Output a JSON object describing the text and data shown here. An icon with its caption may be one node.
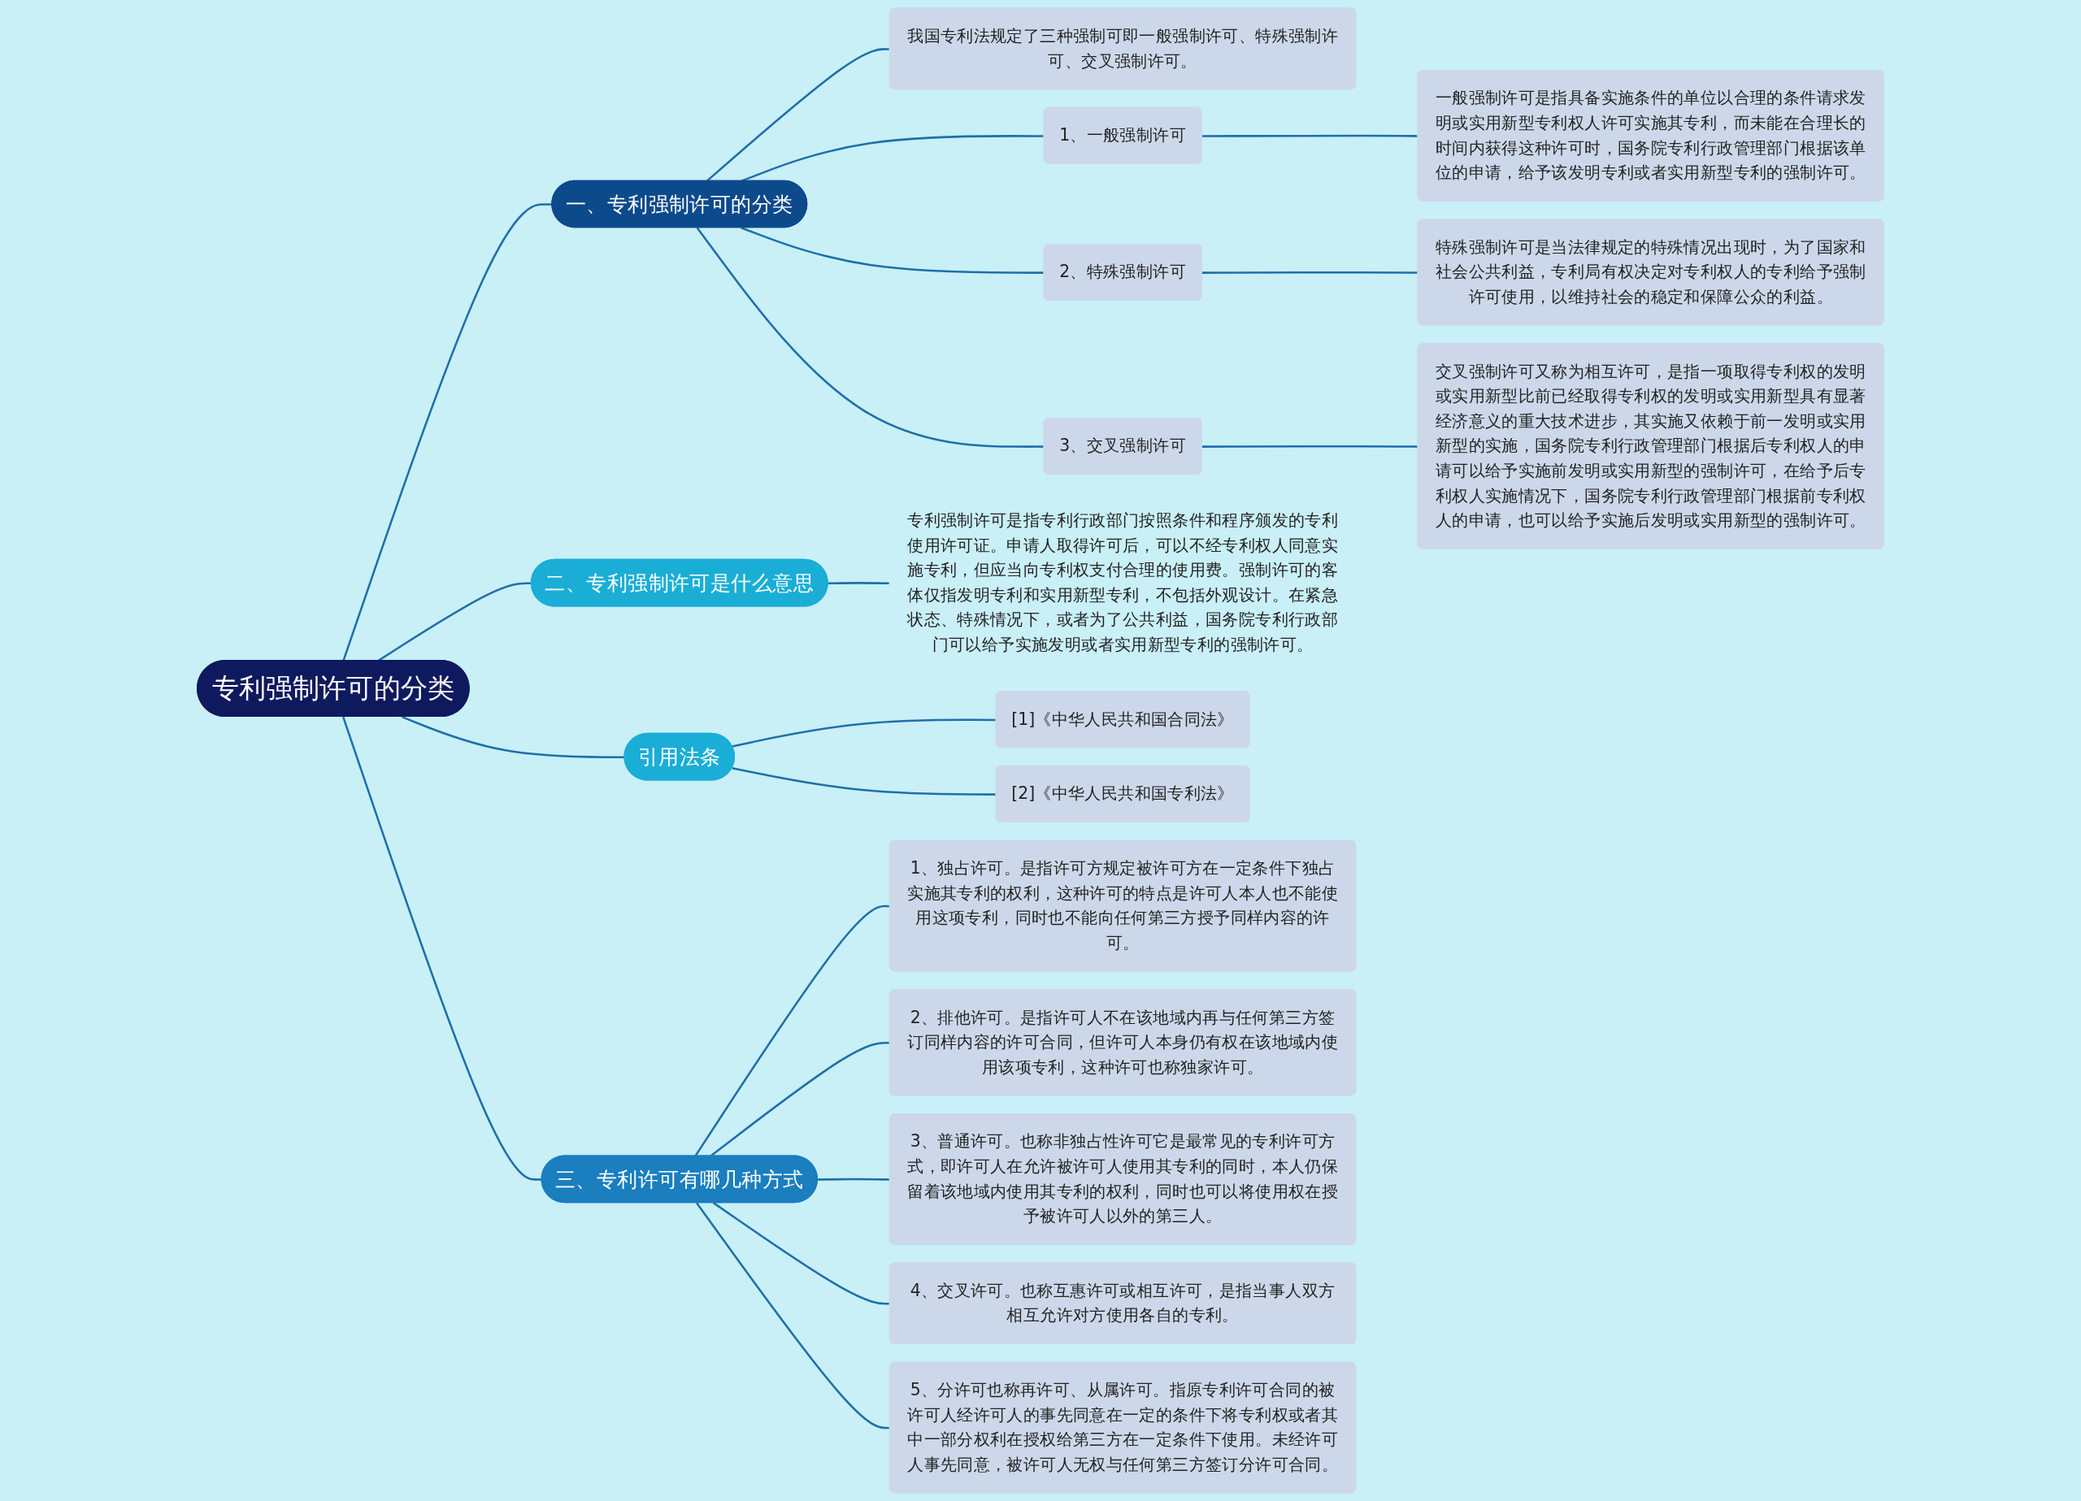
{
  "diagram": {
    "nodes": [
      {
        "text": [
          "专利强制许可的分类"
        ]
      },
      {
        "text": [
          "一、专利强制许可的分类"
        ]
      },
      {
        "text": [
          "我国专利法规定了三种强制可即一般强制许可、特殊强制许可、交叉强制许可。"
        ]
      },
      {
        "text": [
          "1、一般强制许可"
        ]
      },
      {
        "text": [
          "一般强制许可是指具备实施条件的单位以合理的条件请求发明或实用新型专利权人许可实施其专利，而未能在合理长的时间内获得这种许可时，国务院专利行政管理部门根据该单位的申请，给予该发明专利或者实用新型专利的强制许可。"
        ]
      },
      {
        "text": [
          "2、特殊强制许可"
        ]
      },
      {
        "text": [
          "特殊强制许可是当法律规定的特殊情况出现时，为了国家和社会公共利益，专利局有权决定对专利权人的专利给予强制许可使用，以维持社会的稳定和保障公众的利益。"
        ]
      },
      {
        "text": [
          "3、交叉强制许可"
        ]
      },
      {
        "text": [
          "交叉强制许可又称为相互许可，是指一项取得专利权的发明或实用新型比前已经取得专利权的发明或实用新型具有显著经济意义的重大技术进步，其实施又依赖于前一发明或实用新型的实施，国务院专利行政管理部门根据后专利权人的申请可以给予实施前发明或实用新型的强制许可，在给予后专利权人实施情况下，国务院专利行政管理部门根据前专利权人的申请，也可以给予实施后发明或实用新型的强制许可。"
        ]
      },
      {
        "text": [
          "二、专利强制许可是什么意思"
        ]
      },
      {
        "text": [
          "专利强制许可是指专利行政部门按照条件和程序颁发的专利使用许可证。申请人取得许可后，可以不经专利权人同意实施专利，但应当向专利权支付合理的使用费。强制许可的客体仅指发明专利和实用新型专利，不包括外观设计。在紧急状态、特殊情况下，或者为了公共利益，国务院专利行政部门可以给予实施发明或者实用新型专利的强制许可。"
        ]
      },
      {
        "text": [
          "引用法条"
        ]
      },
      {
        "text": [
          "[1]《中华人民共和国合同法》"
        ]
      },
      {
        "text": [
          "[2]《中华人民共和国专利法》"
        ]
      },
      {
        "text": [
          "三、专利许可有哪几种方式"
        ]
      },
      {
        "text": [
          "1、独占许可。是指许可方规定被许可方在一定条件下独占实施其专利的权利，这种许可的特点是许可人本人也不能使用这项专利，同时也不能向任何第三方授予同样内容的许可。"
        ]
      },
      {
        "text": [
          "2、排他许可。是指许可人不在该地域内再与任何第三方签订同样内容的许可合同，但许可人本身仍有权在该地域内使用该项专利，这种许可也称独家许可。"
        ]
      },
      {
        "text": [
          "3、普通许可。也称非独占性许可它是最常见的专利许可方式，即许可人在允许被许可人使用其专利的同时，本人仍保留着该地域内使用其专利的权利，同时也可以将使用权在授予被许可人以外的第三人。"
        ]
      },
      {
        "text": [
          "4、交叉许可。也称互惠许可或相互许可，是指当事人双方相互允许对方使用各自的专利。"
        ]
      },
      {
        "text": [
          "5、分许可也称再许可、从属许可。指原专利许可合同的被许可人经许可人的事先同意在一定的条件下将专利权或者其中一部分权利在授权给第三方在一定条件下使用。未经许可人事先同意，被许可人无权与任何第三方签订分许可合同。"
        ]
      }
    ],
    "edges": [
      {
        "from": 0,
        "to": 1,
        "arrow": "none"
      },
      {
        "from": 1,
        "to": 2,
        "arrow": "none"
      },
      {
        "from": 1,
        "to": 3,
        "arrow": "none"
      },
      {
        "from": 3,
        "to": 4,
        "arrow": "none"
      },
      {
        "from": 1,
        "to": 5,
        "arrow": "none"
      },
      {
        "from": 5,
        "to": 6,
        "arrow": "none"
      },
      {
        "from": 1,
        "to": 7,
        "arrow": "none"
      },
      {
        "from": 7,
        "to": 8,
        "arrow": "none"
      },
      {
        "from": 0,
        "to": 9,
        "arrow": "none"
      },
      {
        "from": 9,
        "to": 10,
        "arrow": "none"
      },
      {
        "from": 0,
        "to": 11,
        "arrow": "none"
      },
      {
        "from": 11,
        "to": 12,
        "arrow": "none"
      },
      {
        "from": 11,
        "to": 13,
        "arrow": "none"
      },
      {
        "from": 0,
        "to": 14,
        "arrow": "none"
      },
      {
        "from": 14,
        "to": 15,
        "arrow": "none"
      },
      {
        "from": 14,
        "to": 16,
        "arrow": "none"
      },
      {
        "from": 14,
        "to": 17,
        "arrow": "none"
      },
      {
        "from": 14,
        "to": 18,
        "arrow": "none"
      },
      {
        "from": 14,
        "to": 19,
        "arrow": "none"
      }
    ]
  }
}
